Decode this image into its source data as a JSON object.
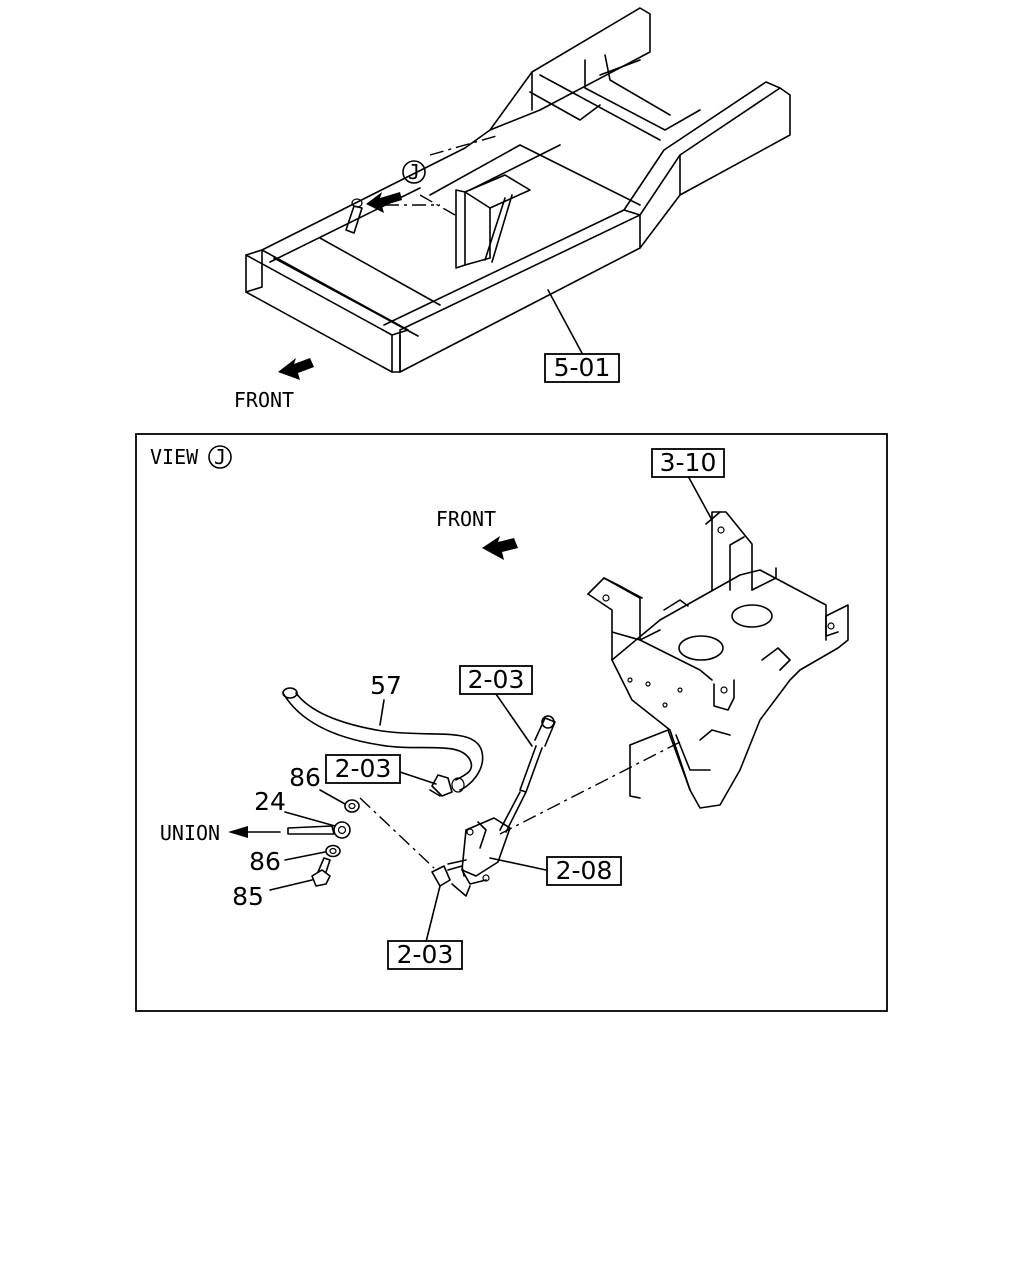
{
  "top_view": {
    "ref_label": "5-01",
    "front_label": "FRONT",
    "view_marker": "J"
  },
  "view_j": {
    "title": "VIEW",
    "title_marker": "J",
    "front_label": "FRONT",
    "union_label": "UNION",
    "callouts": {
      "frame_bracket": "3-10",
      "upper_clamp": "2-03",
      "hose_clamp": "2-03",
      "lower_fitting": "2-03",
      "cylinder": "2-08",
      "hose": "57",
      "washer_upper": "86",
      "eye_bolt": "24",
      "washer_lower": "86",
      "bolt": "85"
    }
  }
}
